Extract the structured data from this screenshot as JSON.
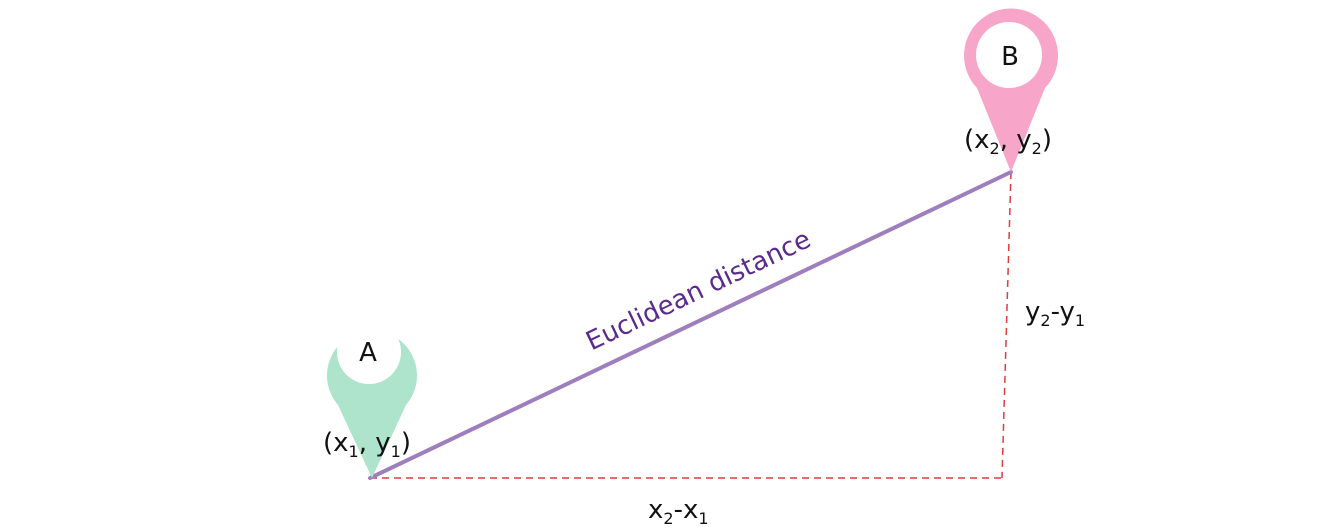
{
  "points": {
    "a": {
      "letter": "A",
      "coord_open": "(x",
      "coord_sub1": "1",
      "coord_mid": ", y",
      "coord_sub2": "1",
      "coord_close": ")",
      "color": "#aee4cb"
    },
    "b": {
      "letter": "B",
      "coord_open": "(x",
      "coord_sub1": "2",
      "coord_mid": ", y",
      "coord_sub2": "2",
      "coord_close": ")",
      "color": "#f7a6c9"
    }
  },
  "distance": {
    "label": "Euclidean distance",
    "color": "#9e7fbd",
    "label_color": "#5b2a8c"
  },
  "horizontal": {
    "base1": "x",
    "sub1": "2",
    "dash": "-x",
    "sub2": "1"
  },
  "vertical": {
    "base1": "y",
    "sub1": "2",
    "dash": "-y",
    "sub2": "1"
  },
  "dashed_color": "#e03c3c",
  "icons": [
    "map-pin-icon",
    "map-pin-icon"
  ]
}
